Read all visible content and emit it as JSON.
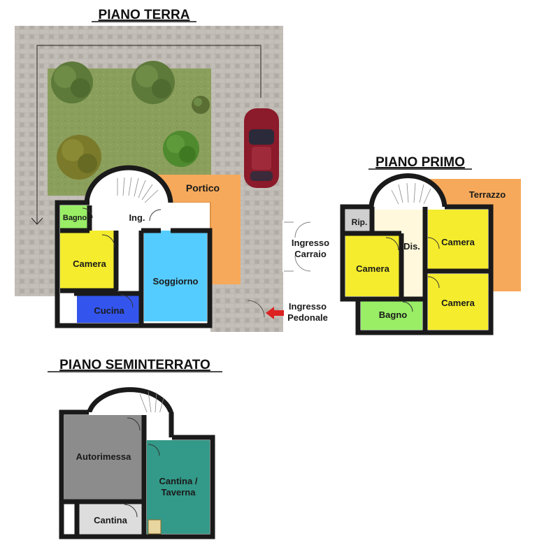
{
  "floors": {
    "ground": {
      "title": "PIANO TERRA",
      "rooms": {
        "portico": "Portico",
        "bagno": "Bagno",
        "ingresso": "Ing.",
        "camera": "Camera",
        "soggiorno": "Soggiorno",
        "cucina": "Cucina"
      },
      "access": {
        "carraio_line1": "Ingresso",
        "carraio_line2": "Carraio",
        "pedonale_line1": "Ingresso",
        "pedonale_line2": "Pedonale"
      }
    },
    "first": {
      "title": "PIANO PRIMO",
      "rooms": {
        "terrazzo": "Terrazzo",
        "ripostiglio": "Rip.",
        "disimpegno": "Dis.",
        "camera_1": "Camera",
        "camera_2": "Camera",
        "camera_3": "Camera",
        "bagno": "Bagno"
      }
    },
    "basement": {
      "title": "PIANO SEMINTERRATO",
      "rooms": {
        "autorimessa": "Autorimessa",
        "cantina_taverna_line1": "Cantina /",
        "cantina_taverna_line2": "Taverna",
        "cantina": "Cantina"
      }
    }
  },
  "colors": {
    "paving": "#b9b4ad",
    "garden": "#8a9e5a",
    "portico": "#f7a95b",
    "bagno": "#99ee66",
    "camera": "#f4ec2c",
    "soggiorno": "#55ccff",
    "cucina": "#3355ee",
    "disimpegno": "#fff8dc",
    "ripostiglio": "#cfcfcf",
    "autorimessa": "#8c8c8c",
    "taverna": "#339988",
    "cantina": "#dddddd",
    "wall": "#1a1a1a",
    "arrow": "#dd2222",
    "car": "#8b1a2a"
  }
}
